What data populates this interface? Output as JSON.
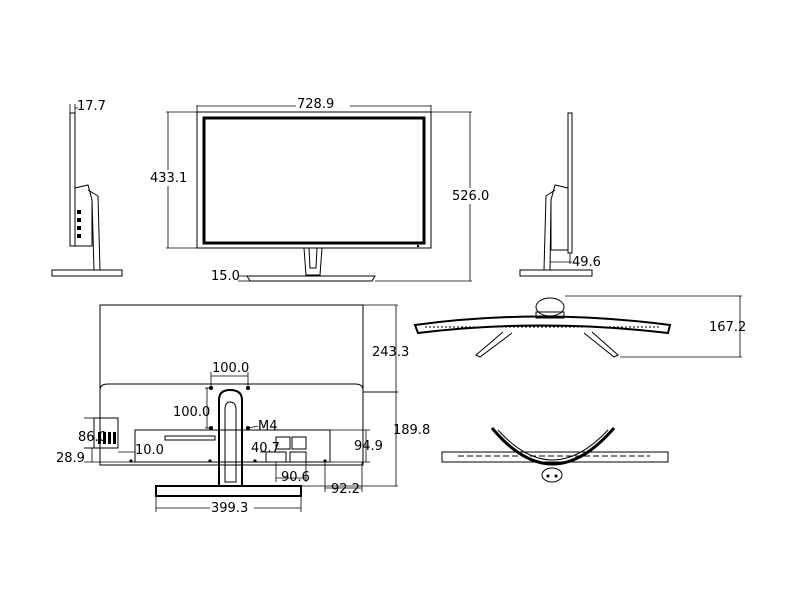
{
  "views": {
    "side_left": {
      "thickness": "17.7"
    },
    "front": {
      "width": "728.9",
      "panel_height": "433.1",
      "total_height": "526.0",
      "bezel_bottom": "15.0"
    },
    "side_right": {
      "stand_depth": "49.6"
    },
    "rear": {
      "height_from_base": "243.3",
      "vesa_horizontal": "100.0",
      "vesa_vertical": "100.0",
      "screw_type": "M4",
      "ports_height": "86.0",
      "ports_offset": "10.0",
      "ports_bottom": "28.9",
      "port_block_width": "40.7",
      "port_block_offset": "90.6",
      "right_offset": "92.2",
      "right_height": "94.9",
      "stand_height": "189.8",
      "base_width": "399.3"
    },
    "top": {
      "depth": "167.2"
    }
  }
}
